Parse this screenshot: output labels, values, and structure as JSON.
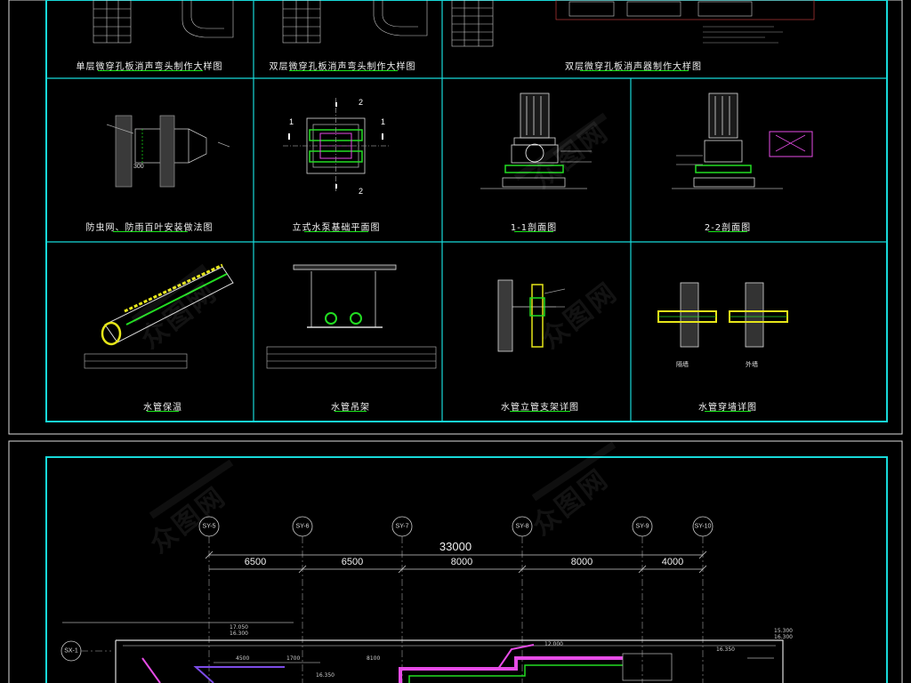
{
  "colors": {
    "background": "#000000",
    "frame": "#17d9d9",
    "caption_underline": "#19e619",
    "pipe_magenta": "#e64ce6",
    "pipe_green": "#22dd22",
    "text": "#f0f0f0"
  },
  "top_captions": [
    "单层微穿孔板消声弯头制作大样图",
    "双层微穿孔板消声弯头制作大样图",
    "双层微穿孔板消声器制作大样图"
  ],
  "row2_captions": [
    "防虫网、防雨百叶安装做法图",
    "立式水泵基础平面图",
    "1-1剖面图",
    "2-2剖面图"
  ],
  "row3_captions": [
    "水管保温",
    "水管吊架",
    "水管立管支架详图",
    "水管穿墙详图"
  ],
  "pump_plan": {
    "section_marks": [
      "1",
      "1",
      "2",
      "2"
    ]
  },
  "detail_texts": {
    "insulation_label": "300",
    "wall_left": "隔墙",
    "wall_right": "外墙"
  },
  "plan": {
    "axes": [
      "SY-5",
      "SY-6",
      "SY-7",
      "SY-8",
      "SY-9",
      "SY-10"
    ],
    "total_dimension": "33000",
    "spans": [
      "6500",
      "6500",
      "8000",
      "8000",
      "4000"
    ],
    "row_axis": "SX-1",
    "elevations": [
      "17.050",
      "16.300",
      "16.350",
      "15.300",
      "16.300",
      "16.350",
      "12.000"
    ],
    "dims_small": [
      "4500",
      "1700",
      "8100"
    ]
  },
  "watermark": "众图网"
}
